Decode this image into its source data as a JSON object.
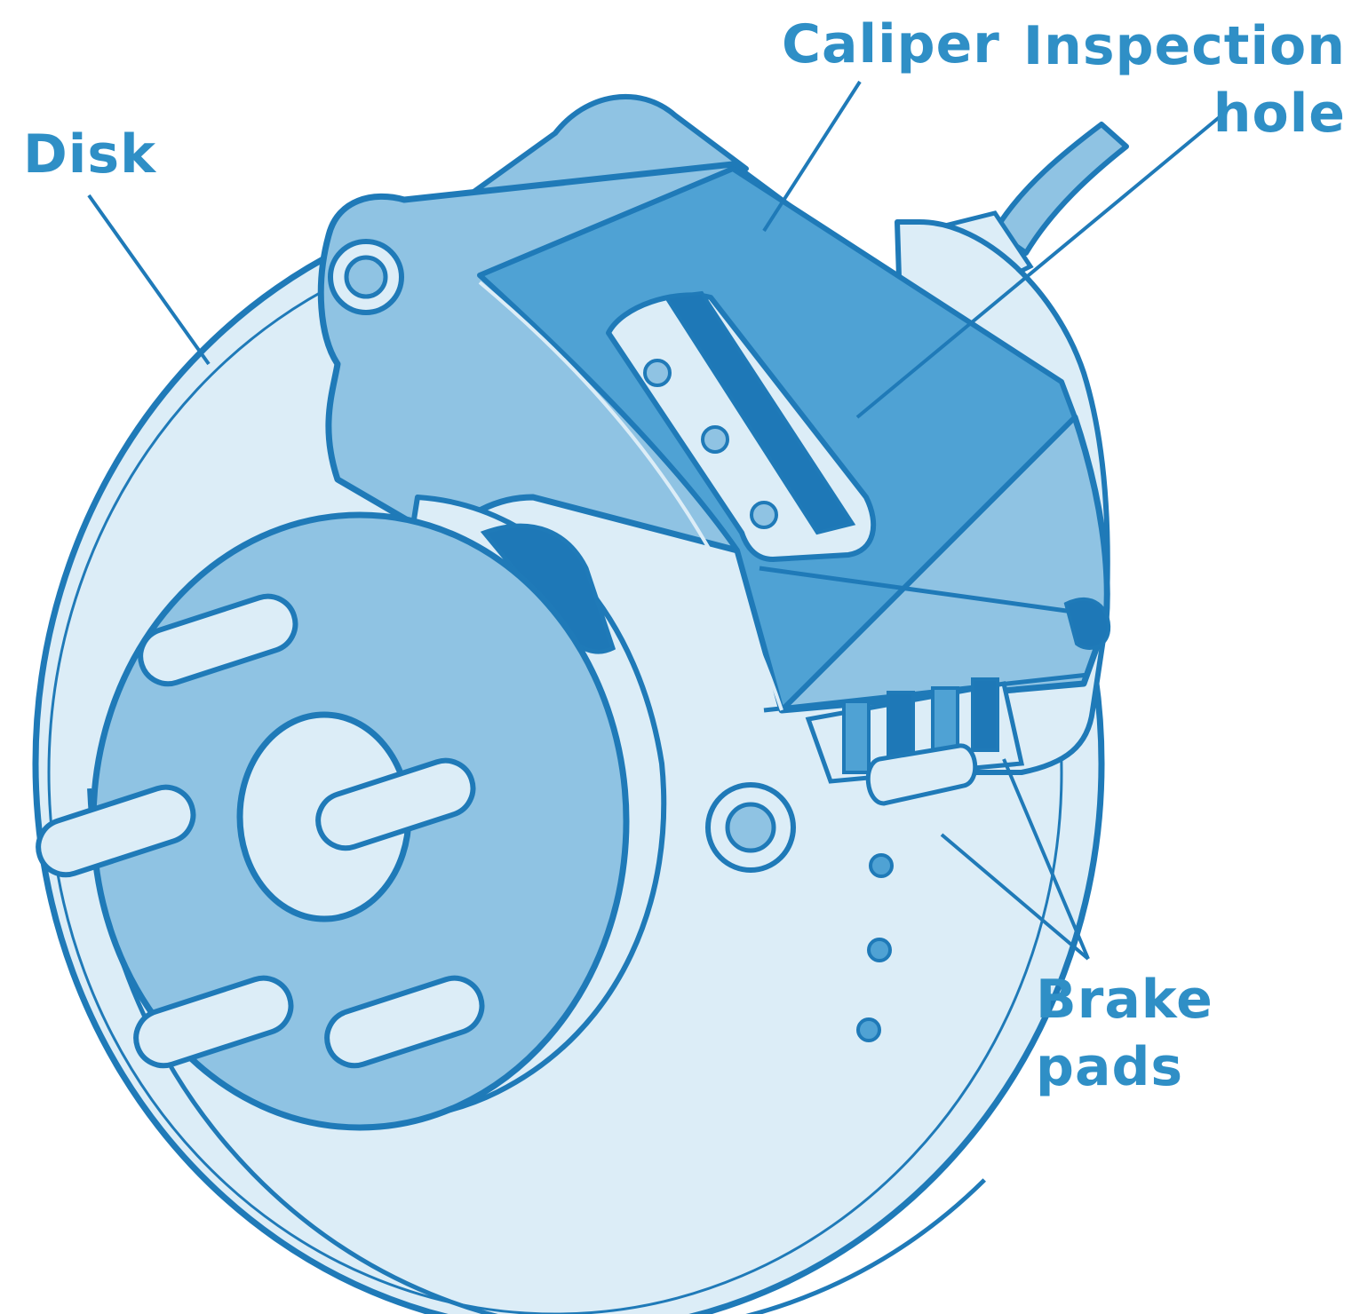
{
  "labels": {
    "disk": "Disk",
    "caliper": "Caliper",
    "inspection_hole": [
      "Inspection",
      "hole"
    ],
    "brake_pads": [
      "Brake",
      "pads"
    ]
  },
  "colors": {
    "outline": "#1f7ab8",
    "label": "#2f8fc6",
    "light_fill": "#dcedf7",
    "mid_fill": "#8fc3e3",
    "dark_fill": "#4fa2d4",
    "deep_fill": "#1e78b7"
  }
}
